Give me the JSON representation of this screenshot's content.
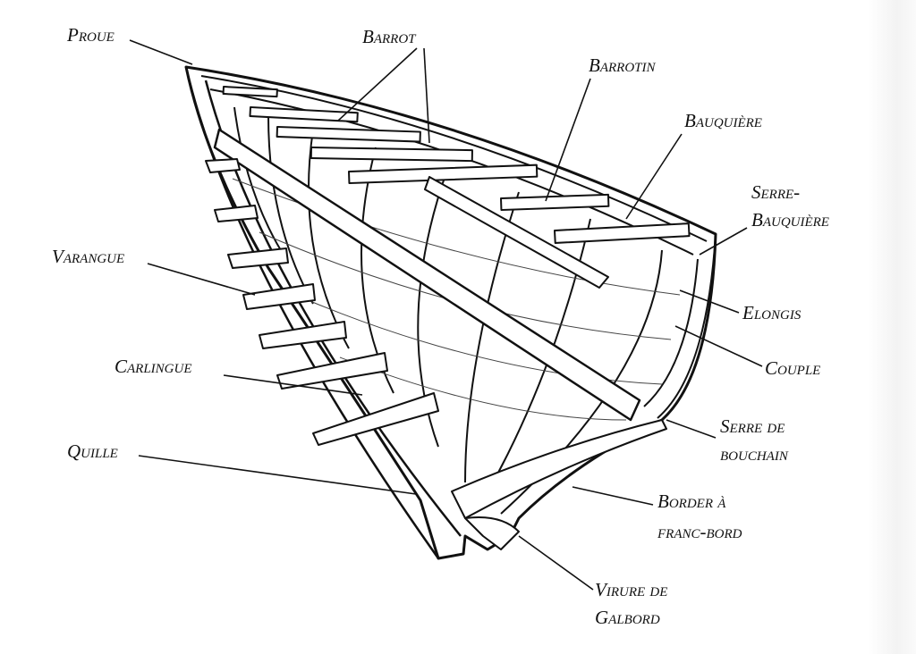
{
  "title": "Hull structure diagram",
  "labels": {
    "proue": "Proue",
    "barrot": "Barrot",
    "barrotin": "Barrotin",
    "bauquiere": "Bauquière",
    "serre_bauquiere_1": "Serre-",
    "serre_bauquiere_2": "Bauquière",
    "varangue": "Varangue",
    "elongis": "Elongis",
    "couple": "Couple",
    "carlingue": "Carlingue",
    "serre_bouchain_1": "Serre de",
    "serre_bouchain_2": "bouchain",
    "quille": "Quille",
    "border_1": "Border à",
    "border_2": "franc-bord",
    "virure_1": "Virure de",
    "virure_2": "Galbord"
  },
  "colors": {
    "ink": "#111111",
    "paper": "#ffffff"
  }
}
